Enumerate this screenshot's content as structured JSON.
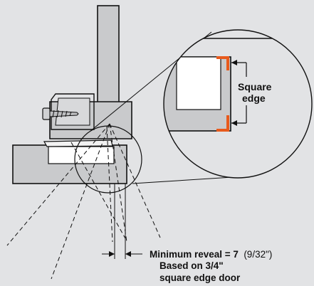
{
  "colors": {
    "background": "#e2e3e5",
    "panel": "#c9cacc",
    "panel_white": "#ffffff",
    "outline": "#111111",
    "edge_accent": "#e85a1c"
  },
  "callout": {
    "square_edge_line1": "Square",
    "square_edge_line2": "edge"
  },
  "note": {
    "line1_bold": "Minimum reveal = 7",
    "line1_fraction": "(9/32\")",
    "line2": "Based on 3/4\"",
    "line3": "square edge door"
  }
}
